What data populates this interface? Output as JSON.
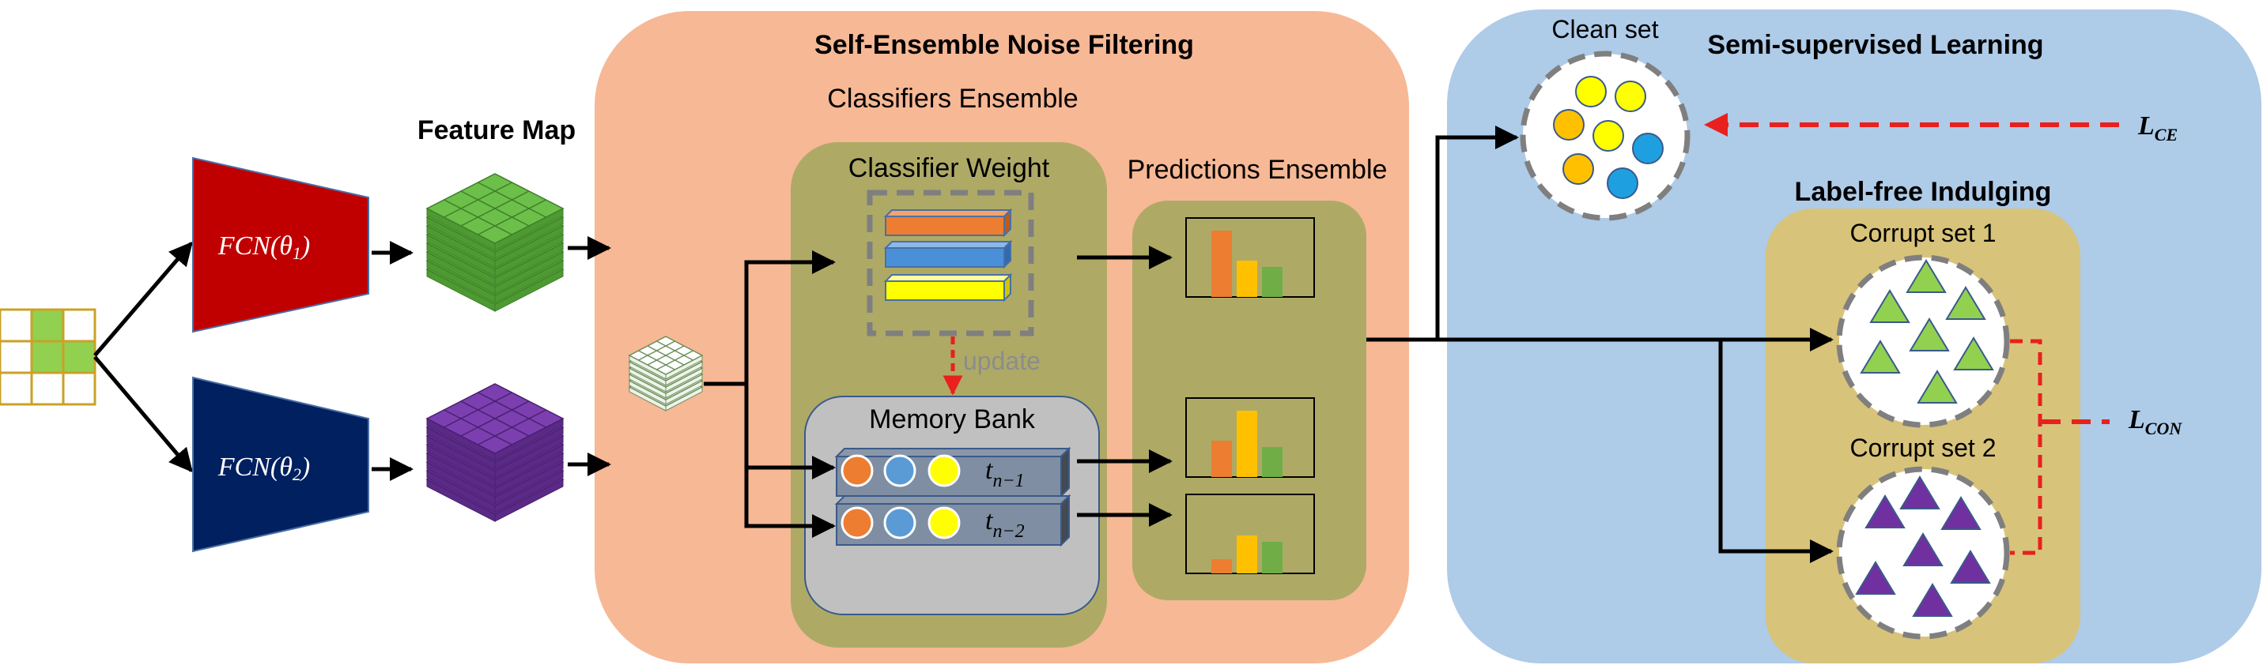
{
  "sections": {
    "feature_map": "Feature Map",
    "sen_filtering": "Self-Ensemble Noise Filtering",
    "classifiers_ensemble": "Classifiers Ensemble",
    "classifier_weight": "Classifier Weight",
    "predictions_ensemble": "Predictions Ensemble",
    "memory_bank": "Memory Bank",
    "update": "update",
    "ssl": "Semi-supervised Learning",
    "label_free": "Label-free Indulging",
    "clean_set": "Clean set",
    "corrupt_set_1": "Corrupt set 1",
    "corrupt_set_2": "Corrupt set 2"
  },
  "networks": {
    "fcn1": {
      "name": "FCN(",
      "param": "θ",
      "sub": "1",
      "close": ")"
    },
    "fcn2": {
      "name": "FCN(",
      "param": "θ",
      "sub": "2",
      "close": ")"
    }
  },
  "memory": {
    "t1": {
      "base": "t",
      "sub": "n−1"
    },
    "t2": {
      "base": "t",
      "sub": "n−2"
    }
  },
  "losses": {
    "ce": {
      "base": "L",
      "sub": "CE"
    },
    "con": {
      "base": "L",
      "sub": "CON"
    }
  },
  "colors": {
    "fcn1": "#c00000",
    "fcn2": "#002060",
    "green_map": "#6cc04a",
    "purple_map": "#7030a0",
    "orange_panel": "#f7b896",
    "olive_panel": "#aeaa66",
    "blue_panel": "#aecbe8",
    "tan_panel": "#d8c37a",
    "memory_bank": "#c0c0c0",
    "loss_arrow": "#e8201e",
    "bar_orange": "#ed7d31",
    "bar_yellow": "#ffc000",
    "bar_green": "#70ad47",
    "weight_blue": "#4a90d9",
    "weight_yellow": "#ffff00",
    "dot_blue": "#1ea0e0",
    "triangle_green": "#92d050",
    "triangle_purple": "#7030a0"
  }
}
